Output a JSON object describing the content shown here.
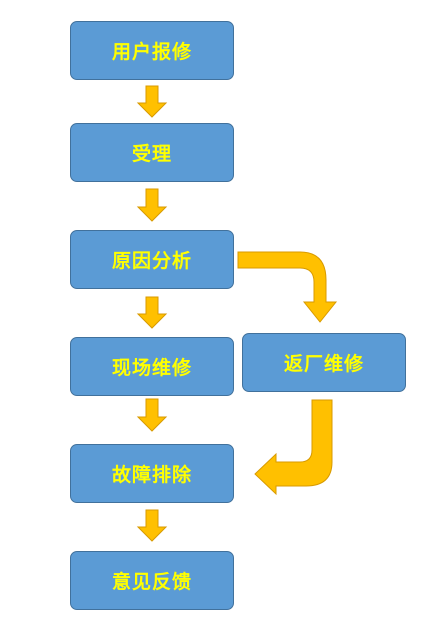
{
  "flowchart": {
    "nodes": {
      "report": "用户报修",
      "accept": "受理",
      "analyze": "原因分析",
      "onsite": "现场维修",
      "return": "返厂维修",
      "fix": "故障排除",
      "feedback": "意见反馈"
    },
    "colors": {
      "node_fill": "#5b9bd5",
      "node_text": "#ffff00",
      "arrow_fill": "#ffc000"
    }
  }
}
